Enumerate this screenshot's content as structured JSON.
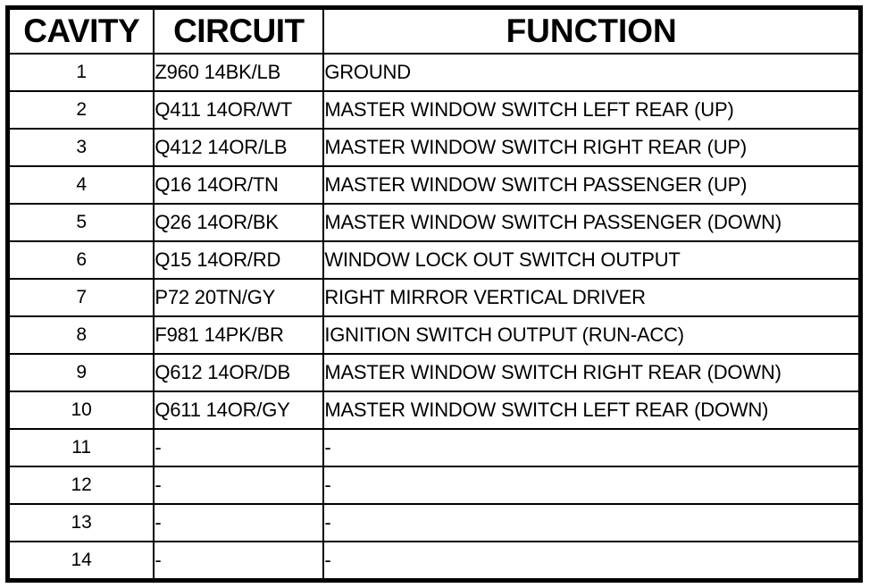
{
  "table": {
    "headers": {
      "cavity": "CAVITY",
      "circuit": "CIRCUIT",
      "function": "FUNCTION"
    },
    "rows": [
      {
        "cavity": "1",
        "circuit": "Z960 14BK/LB",
        "function": "GROUND"
      },
      {
        "cavity": "2",
        "circuit": "Q411 14OR/WT",
        "function": "MASTER WINDOW SWITCH LEFT REAR (UP)"
      },
      {
        "cavity": "3",
        "circuit": "Q412 14OR/LB",
        "function": "MASTER WINDOW SWITCH RIGHT REAR (UP)"
      },
      {
        "cavity": "4",
        "circuit": "Q16 14OR/TN",
        "function": "MASTER WINDOW SWITCH PASSENGER (UP)"
      },
      {
        "cavity": "5",
        "circuit": "Q26 14OR/BK",
        "function": "MASTER WINDOW SWITCH PASSENGER (DOWN)"
      },
      {
        "cavity": "6",
        "circuit": "Q15 14OR/RD",
        "function": "WINDOW LOCK OUT SWITCH OUTPUT"
      },
      {
        "cavity": "7",
        "circuit": "P72 20TN/GY",
        "function": "RIGHT MIRROR VERTICAL DRIVER"
      },
      {
        "cavity": "8",
        "circuit": "F981 14PK/BR",
        "function": "IGNITION SWITCH OUTPUT (RUN-ACC)"
      },
      {
        "cavity": "9",
        "circuit": "Q612 14OR/DB",
        "function": "MASTER WINDOW SWITCH RIGHT REAR (DOWN)"
      },
      {
        "cavity": "10",
        "circuit": "Q611 14OR/GY",
        "function": "MASTER WINDOW SWITCH LEFT REAR (DOWN)"
      },
      {
        "cavity": "11",
        "circuit": "-",
        "function": "-"
      },
      {
        "cavity": "12",
        "circuit": "-",
        "function": "-"
      },
      {
        "cavity": "13",
        "circuit": "-",
        "function": "-"
      },
      {
        "cavity": "14",
        "circuit": "-",
        "function": "-"
      }
    ]
  },
  "colors": {
    "border": "#000000",
    "background": "#ffffff",
    "text": "#000000"
  }
}
